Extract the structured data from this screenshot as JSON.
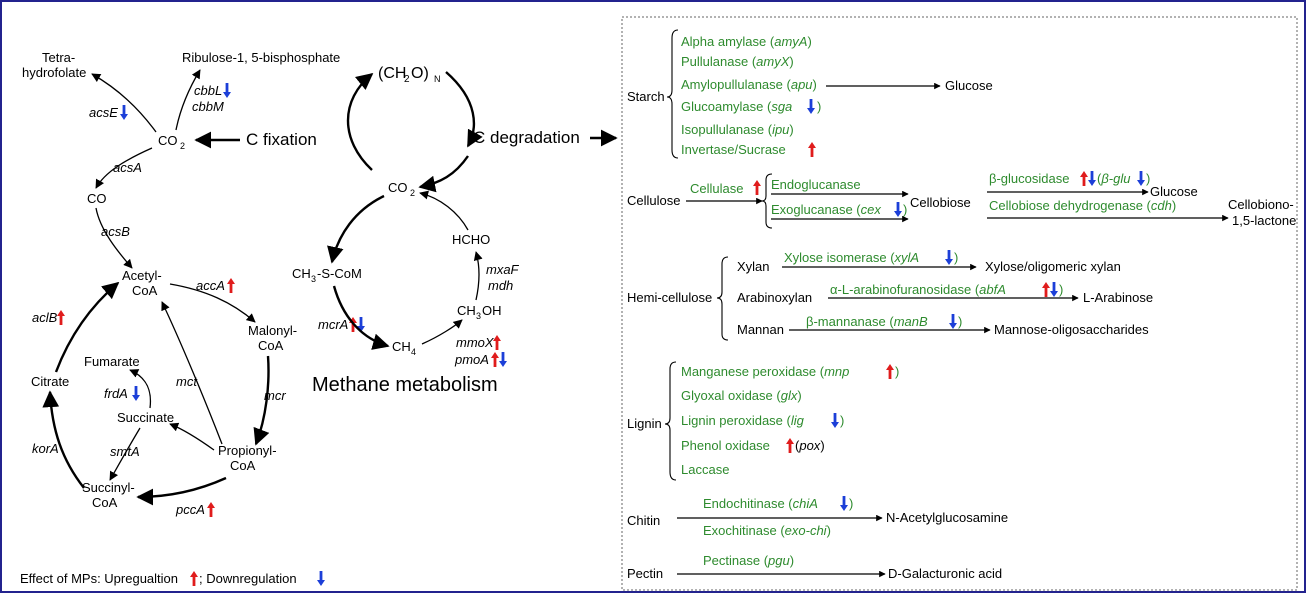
{
  "colors": {
    "frame": "#23238e",
    "enzyme": "#2e8b2e",
    "up": "#e01c1c",
    "down": "#1c3fd8",
    "box_border": "#666666"
  },
  "carbon_fixation": {
    "tetrahydrofolate_1": "Tetra-",
    "tetrahydrofolate_2": "hydrofolate",
    "ribulose": "Ribulose-1, 5-bisphosphate",
    "co2": "CO",
    "co2_sub": "2",
    "co": "CO",
    "acetyl_coa_1": "Acetyl-",
    "acetyl_coa_2": "CoA",
    "malonyl_coa_1": "Malonyl-",
    "malonyl_coa_2": "CoA",
    "propionyl_coa_1": "Propionyl-",
    "propionyl_coa_2": "CoA",
    "succinyl_coa_1": "Succinyl-",
    "succinyl_coa_2": "CoA",
    "citrate": "Citrate",
    "fumarate": "Fumarate",
    "succinate": "Succinate",
    "c_fixation": "C fixation",
    "genes": {
      "acsE": "acsE",
      "cbbL": "cbbL",
      "cbbM": "cbbM",
      "acsA": "acsA",
      "acsB": "acsB",
      "accA": "accA",
      "aclB": "aclB",
      "mct": "mct",
      "mcr": "mcr",
      "frdA": "frdA",
      "smtA": "smtA",
      "korA": "korA",
      "pccA": "pccA"
    }
  },
  "methane": {
    "ch2o": "(CH",
    "ch2o_sub": "2",
    "ch2o_close": "O)",
    "ch2o_n": "N",
    "co2": "CO",
    "co2_sub": "2",
    "c_degradation": "C degradation",
    "hcho": "HCHO",
    "ch3scom_a": "CH",
    "ch3scom_sub": "3",
    "ch3scom_b": "-S-CoM",
    "ch3oh_a": "CH",
    "ch3oh_sub": "3",
    "ch3oh_b": "OH",
    "ch4_a": "CH",
    "ch4_sub": "4",
    "title": "Methane metabolism",
    "genes": {
      "mxaF": "mxaF",
      "mdh": "mdh",
      "mcrA": "mcrA",
      "mmoX": "mmoX",
      "pmoA": "pmoA"
    }
  },
  "legend": {
    "text": "Effect of MPs: Upregualtion",
    "sep": "; Downregulation"
  },
  "degradation": {
    "starch": {
      "label": "Starch",
      "e1": "Alpha amylase (",
      "g1": "amyA",
      "c1": ")",
      "e2": "Pullulanase (",
      "g2": "amyX",
      "c2": ")",
      "e3": "Amylopullulanase (",
      "g3": "apu",
      "c3": ")",
      "e4": "Glucoamylase (",
      "g4": "sga",
      "c4": ")",
      "e5": "Isopullulanase (",
      "g5": "ipu",
      "c5": ")",
      "e6": "Invertase/Sucrase",
      "product": "Glucose"
    },
    "cellulose": {
      "label": "Cellulose",
      "cellulase": "Cellulase",
      "endo": "Endoglucanase",
      "exo": "Exoglucanase (",
      "exo_gene": "cex",
      "exo_close": ")",
      "cellobiose": "Cellobiose",
      "bglu": "β-glucosidase",
      "bglu_open": "(",
      "bglu_gene": "β-glu",
      "bglu_close": ")",
      "glucose": "Glucose",
      "cdh": "Cellobiose dehydrogenase (",
      "cdh_gene": "cdh",
      "cdh_close": ")",
      "prod1": "Cellobiono-",
      "prod2": "1,5-lactone"
    },
    "hemicellulose": {
      "label": "Hemi-cellulose",
      "xylan": "Xylan",
      "xi": "Xylose isomerase (",
      "xi_gene": "xylA",
      "xi_close": ")",
      "xylose": "Xylose/oligomeric xylan",
      "arabinoxylan": "Arabinoxylan",
      "abf": "α-L-arabinofuranosidase (",
      "abf_gene": "abfA",
      "abf_close": ")",
      "arabinose": "L-Arabinose",
      "mannan": "Mannan",
      "man": "β-mannanase (",
      "man_gene": "manB",
      "man_close": ")",
      "mannose": "Mannose-oligosaccharides"
    },
    "lignin": {
      "label": "Lignin",
      "mnp": "Manganese peroxidase (",
      "mnp_gene": "mnp",
      "mnp_close": ")",
      "glx": "Glyoxal oxidase (",
      "glx_gene": "glx",
      "glx_close": ")",
      "lig": "Lignin peroxidase (",
      "lig_gene": "lig",
      "lig_close": ")",
      "pox": "Phenol oxidase",
      "pox_open": "(",
      "pox_gene": "pox",
      "pox_close": ")",
      "laccase": "Laccase"
    },
    "chitin": {
      "label": "Chitin",
      "endo": "Endochitinase (",
      "endo_gene": "chiA",
      "endo_close": ")",
      "exo": "Exochitinase (",
      "exo_gene": "exo-chi",
      "exo_close": ")",
      "product": "N-Acetylglucosamine"
    },
    "pectin": {
      "label": "Pectin",
      "enz": "Pectinase (",
      "enz_gene": "pgu",
      "enz_close": ")",
      "product": "D-Galacturonic acid"
    }
  }
}
